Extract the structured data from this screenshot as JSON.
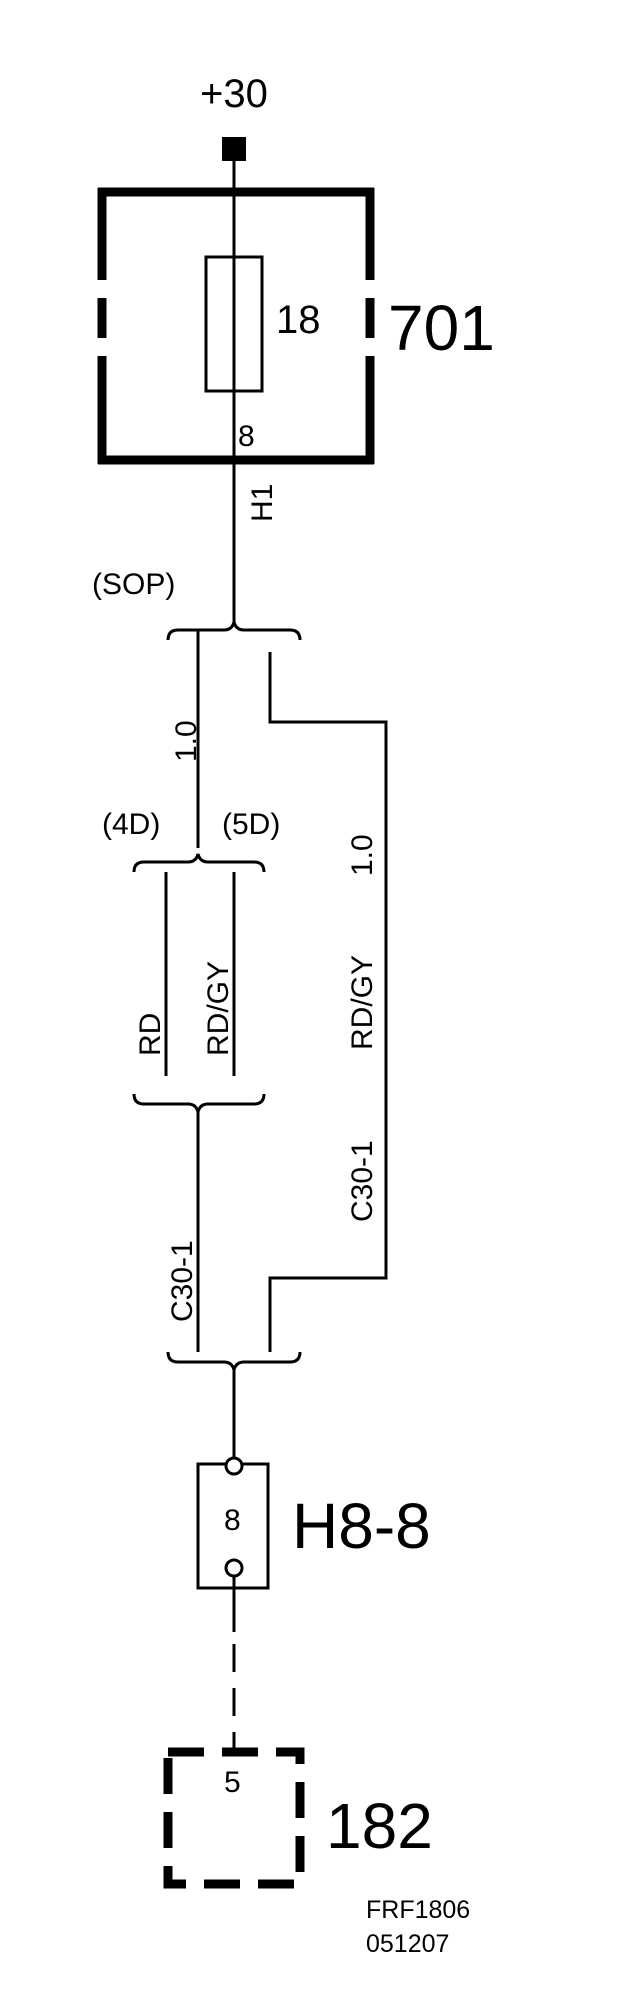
{
  "supply": {
    "label": "+30"
  },
  "fuse_box": {
    "id": "701",
    "fuse_number": "18",
    "pin": "8",
    "connector": "H1"
  },
  "splice_sop": {
    "label": "(SOP)"
  },
  "wires": {
    "left_top_size": "1.0",
    "right_size": "1.0",
    "right_color": "RD/GY",
    "right_connector": "C30-1",
    "branch_left_label": "(4D)",
    "branch_right_label": "(5D)",
    "branch_left_color": "RD",
    "branch_right_color": "RD/GY",
    "lower_connector": "C30-1"
  },
  "connector_h8": {
    "id": "H8-8",
    "pin": "8"
  },
  "component": {
    "id": "182",
    "pin": "5"
  },
  "reference": {
    "code": "FRF1806",
    "date": "051207"
  },
  "colors": {
    "line": "#000000",
    "background": "#ffffff"
  }
}
